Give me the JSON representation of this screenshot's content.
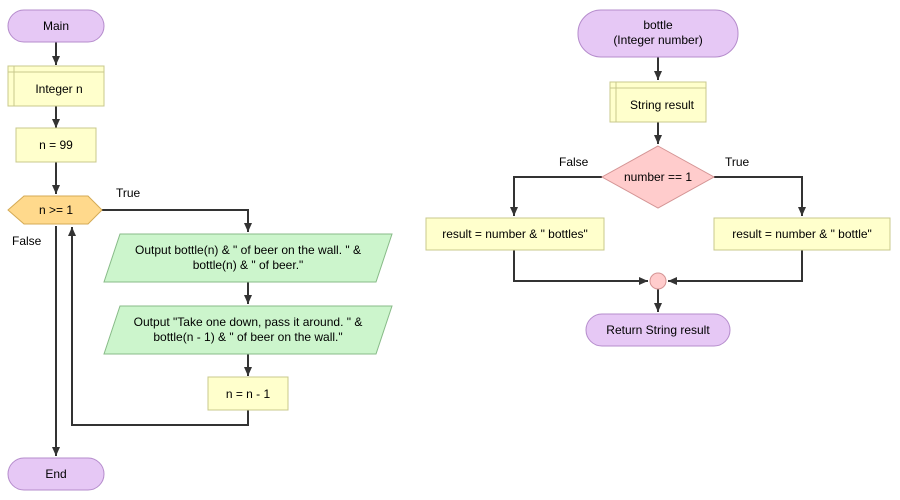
{
  "main_chart": {
    "start": "Main",
    "declare": "Integer n",
    "assign": "n = 99",
    "loop_condition": "n >= 1",
    "true_label": "True",
    "false_label": "False",
    "output1_line1": "Output bottle(n) & \" of beer on the wall. \" &",
    "output1_line2": "bottle(n) & \" of beer.\"",
    "output2_line1": "Output \"Take one down, pass it around. \" &",
    "output2_line2": "bottle(n - 1) & \" of beer on the wall.\"",
    "decrement": "n = n - 1",
    "end": "End"
  },
  "bottle_chart": {
    "start_line1": "bottle",
    "start_line2": "(Integer number)",
    "declare": "String result",
    "condition": "number == 1",
    "false_label": "False",
    "true_label": "True",
    "false_assign": "result = number & \" bottles\"",
    "true_assign": "result = number & \" bottle\"",
    "return": "Return String result"
  },
  "colors": {
    "terminal_fill": "#e6c8f5",
    "terminal_stroke": "#b58ccc",
    "process_fill": "#ffffcc",
    "process_stroke": "#c8c88c",
    "loop_fill": "#ffd98c",
    "loop_stroke": "#d4aa55",
    "io_fill": "#ccf5cc",
    "io_stroke": "#88bb88",
    "decision_fill": "#ffcccc",
    "decision_stroke": "#d49494",
    "line": "#333333"
  }
}
